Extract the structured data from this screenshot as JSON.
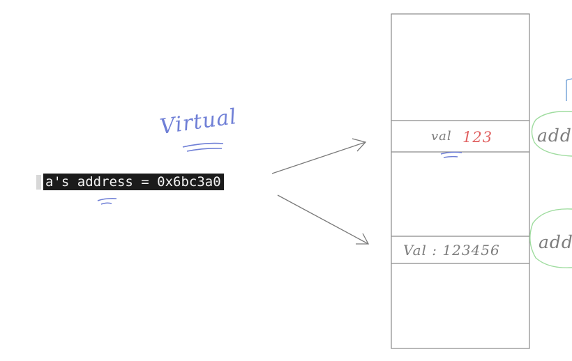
{
  "terminal": {
    "text": "a's address = 0x6bc3a0"
  },
  "annotations": {
    "virtual": "Virtual",
    "slot1_label": "val",
    "slot1_value": "123",
    "slot2_label": "Val : 123456",
    "address1": "addre",
    "address2": "addr"
  },
  "colors": {
    "background": "#ffffff",
    "terminal_bg": "#1b1b1b",
    "terminal_fg": "#f2f2f2",
    "ink_gray": "#7d7d7d",
    "ink_blue": "#6f7fd6",
    "ink_red": "#e06060",
    "ink_green": "#9fdc9f"
  }
}
